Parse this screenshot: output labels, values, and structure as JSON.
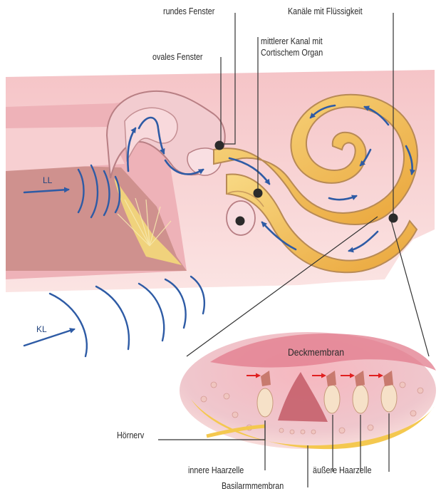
{
  "labels": {
    "rundes_fenster": "rundes Fenster",
    "kanaele": "Kanäle mit Flüssigkeit",
    "ovales_fenster": "ovales Fenster",
    "mittlerer_kanal_1": "mittlerer Kanal mit",
    "mittlerer_kanal_2": "Cortischem Organ",
    "ll": "LL",
    "kl": "KL",
    "deckmembran": "Deckmembran",
    "hoernerv": "Hörnerv",
    "innere_haarzelle": "innere Haarzelle",
    "aeussere_haarzelle": "äußere Haarzelle",
    "basilarmembran": "Basilarmmembran"
  },
  "colors": {
    "background_pink": "#f2b7bd",
    "canal_pink": "#e9a3a9",
    "bone_rose": "#c98b86",
    "cochlea_yellow": "#f3c25a",
    "cochlea_outline": "#b88a55",
    "flow_arrow_blue": "#2e5ba5",
    "leader_line": "#333333",
    "hair_cell_arrow_red": "#e02020"
  }
}
